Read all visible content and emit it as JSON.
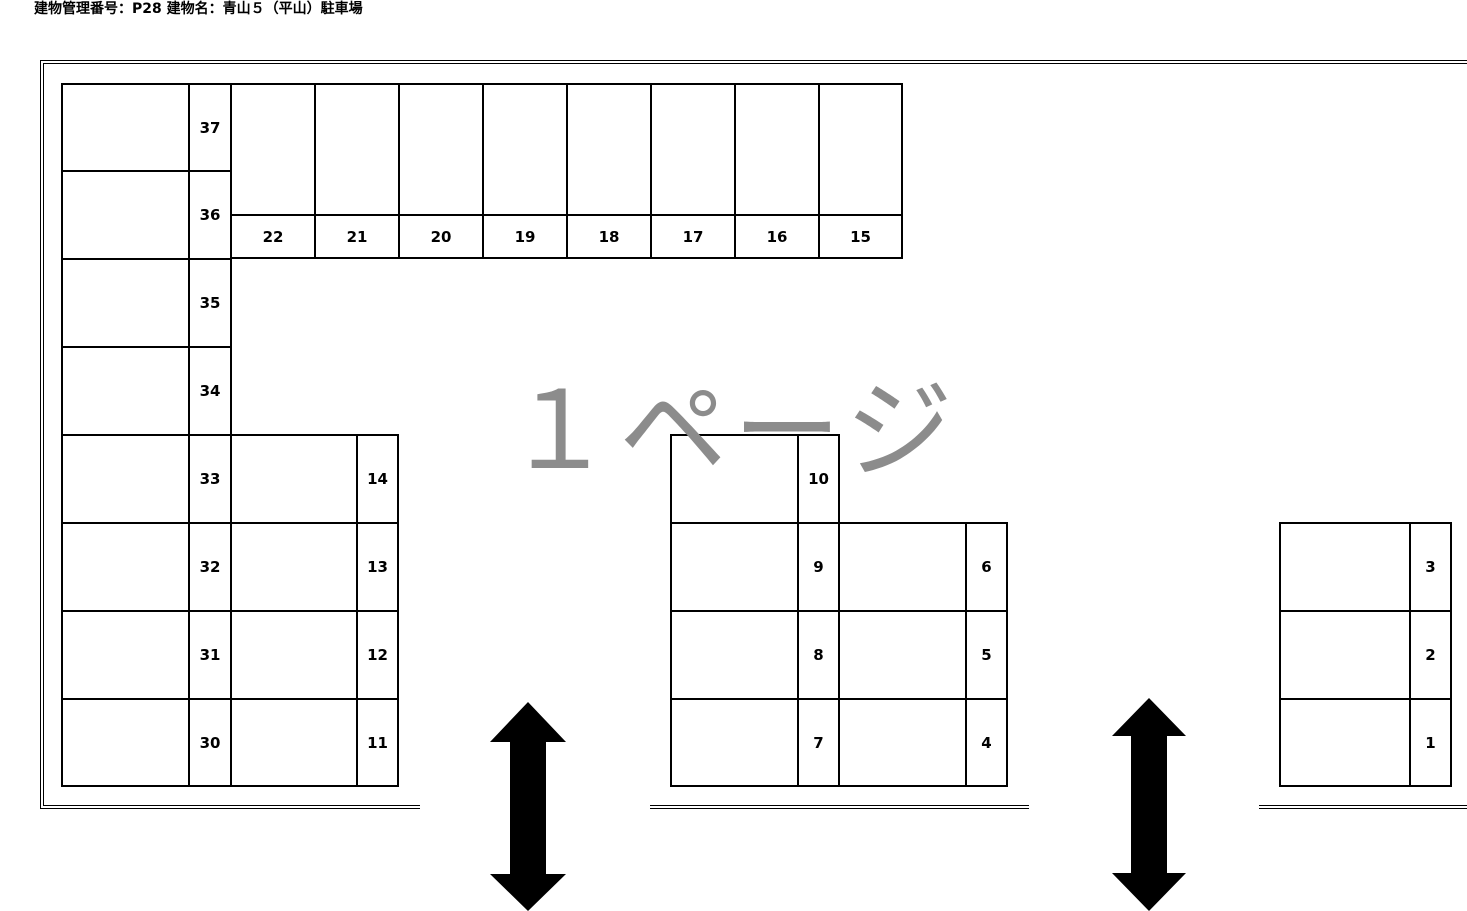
{
  "header": {
    "title": "建物管理番号：P28 建物名：青山５（平山）駐車場"
  },
  "watermark": {
    "text": "１ページ"
  },
  "parking_slots": {
    "n1": "1",
    "n2": "2",
    "n3": "3",
    "n4": "4",
    "n5": "5",
    "n6": "6",
    "n7": "7",
    "n8": "8",
    "n9": "9",
    "n10": "10",
    "n11": "11",
    "n12": "12",
    "n13": "13",
    "n14": "14",
    "n15": "15",
    "n16": "16",
    "n17": "17",
    "n18": "18",
    "n19": "19",
    "n20": "20",
    "n21": "21",
    "n22": "22",
    "n30": "30",
    "n31": "31",
    "n32": "32",
    "n33": "33",
    "n34": "34",
    "n35": "35",
    "n36": "36",
    "n37": "37"
  },
  "colors": {
    "line": "#000000",
    "watermark": "#8c8c8c"
  },
  "icons": {
    "entrance_arrow": "double-headed-vertical-arrow-icon"
  }
}
